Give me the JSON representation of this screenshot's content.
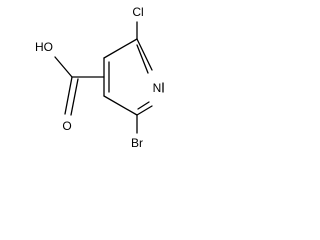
{
  "molecule": {
    "atoms": {
      "hydroxyl": "HO",
      "carbonyl_oxygen": "O",
      "chlorine": "Cl",
      "bromine": "Br",
      "ring_nitrogen": "N"
    }
  }
}
